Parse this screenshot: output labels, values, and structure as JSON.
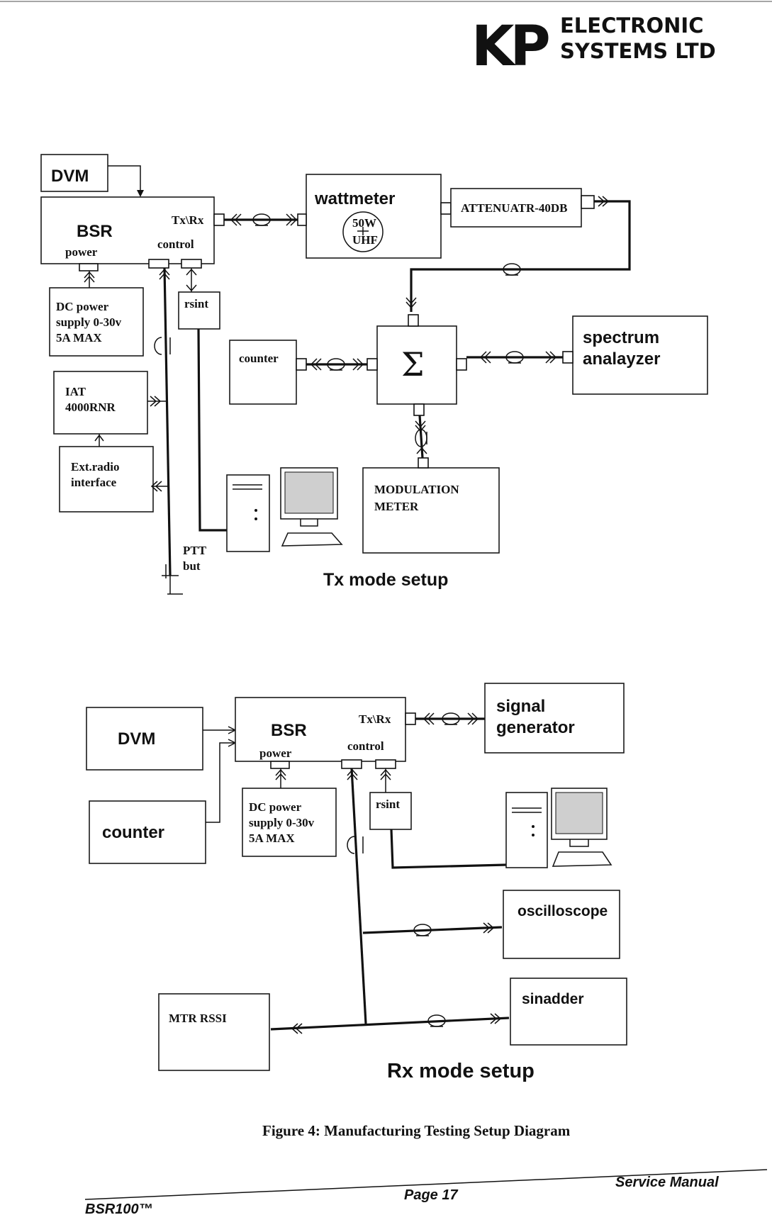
{
  "logo": {
    "mark": "KP",
    "line1": "ELECTRONIC",
    "line2": "SYSTEMS LTD"
  },
  "tx": {
    "title": "Tx mode setup",
    "dvm": "DVM",
    "bsr": {
      "name": "BSR",
      "port": "Tx\\Rx",
      "power": "power",
      "control": "control"
    },
    "wattmeter": {
      "name": "wattmeter",
      "rating1": "50W",
      "rating2": "UHF"
    },
    "attenuator": "ATTENUATR-40DB",
    "dc_power": [
      "DC power",
      "supply 0-30v",
      "5A MAX"
    ],
    "rsint": "rsint",
    "counter": "counter",
    "spectrum": [
      "spectrum",
      "analayzer"
    ],
    "sigma": "Σ",
    "iat": [
      "IAT",
      "4000RNR"
    ],
    "ext_radio": [
      "Ext.radio",
      "interface"
    ],
    "modulation": [
      "MODULATION",
      "METER"
    ],
    "ptt": [
      "PTT",
      "but"
    ]
  },
  "rx": {
    "title": "Rx mode setup",
    "dvm": "DVM",
    "counter": "counter",
    "bsr": {
      "name": "BSR",
      "port": "Tx\\Rx",
      "power": "power",
      "control": "control"
    },
    "signal_gen": [
      "signal",
      "generator"
    ],
    "dc_power": [
      "DC power",
      "supply 0-30v",
      "5A MAX"
    ],
    "rsint": "rsint",
    "oscilloscope": "oscilloscope",
    "sinadder": "sinadder",
    "mtr_rssi": "MTR RSSI"
  },
  "caption": "Figure 4: Manufacturing Testing Setup Diagram",
  "footer": {
    "left": "BSR100™",
    "center": "Page 17",
    "right": "Service Manual"
  }
}
